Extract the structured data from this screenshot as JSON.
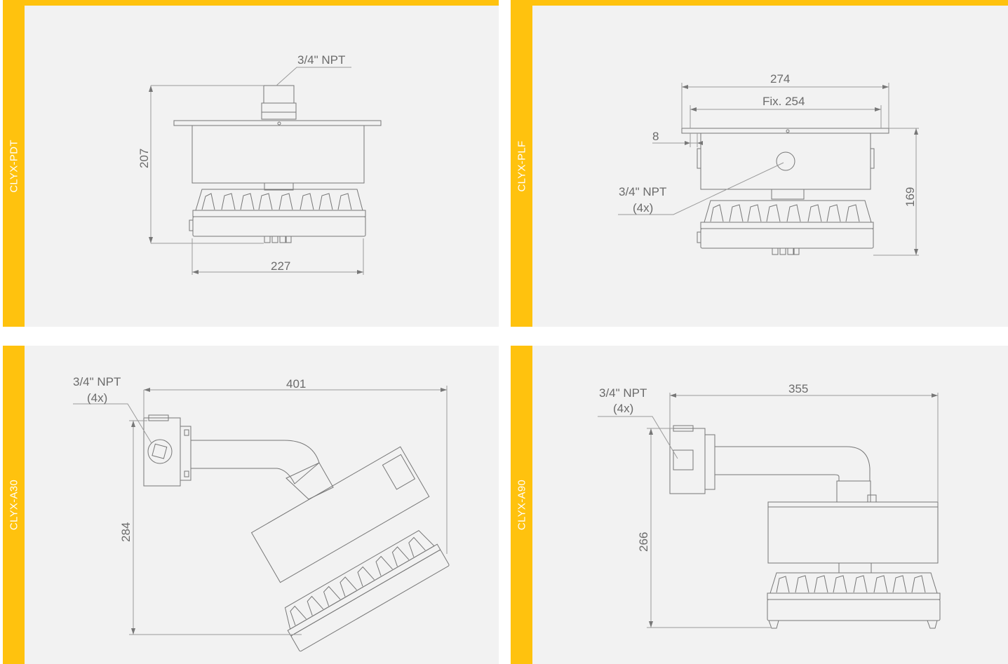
{
  "colors": {
    "accent": "#FFC20E",
    "panel_bg": "#f2f2f2",
    "line": "#777777"
  },
  "panels": [
    {
      "id": "pdt",
      "label": "CLYX-PDT",
      "thread": "3/4\" NPT",
      "dim_height": "207",
      "dim_width": "227"
    },
    {
      "id": "plf",
      "label": "CLYX-PLF",
      "thread": "3/4\" NPT",
      "thread_qty": "(4x)",
      "dim_overall": "274",
      "dim_fix": "Fix. 254",
      "dim_offset": "8",
      "dim_height": "169"
    },
    {
      "id": "a30",
      "label": "CLYX-A30",
      "thread": "3/4\" NPT",
      "thread_qty": "(4x)",
      "dim_width": "401",
      "dim_height": "284"
    },
    {
      "id": "a90",
      "label": "CLYX-A90",
      "thread": "3/4\" NPT",
      "thread_qty": "(4x)",
      "dim_width": "355",
      "dim_height": "266"
    }
  ]
}
